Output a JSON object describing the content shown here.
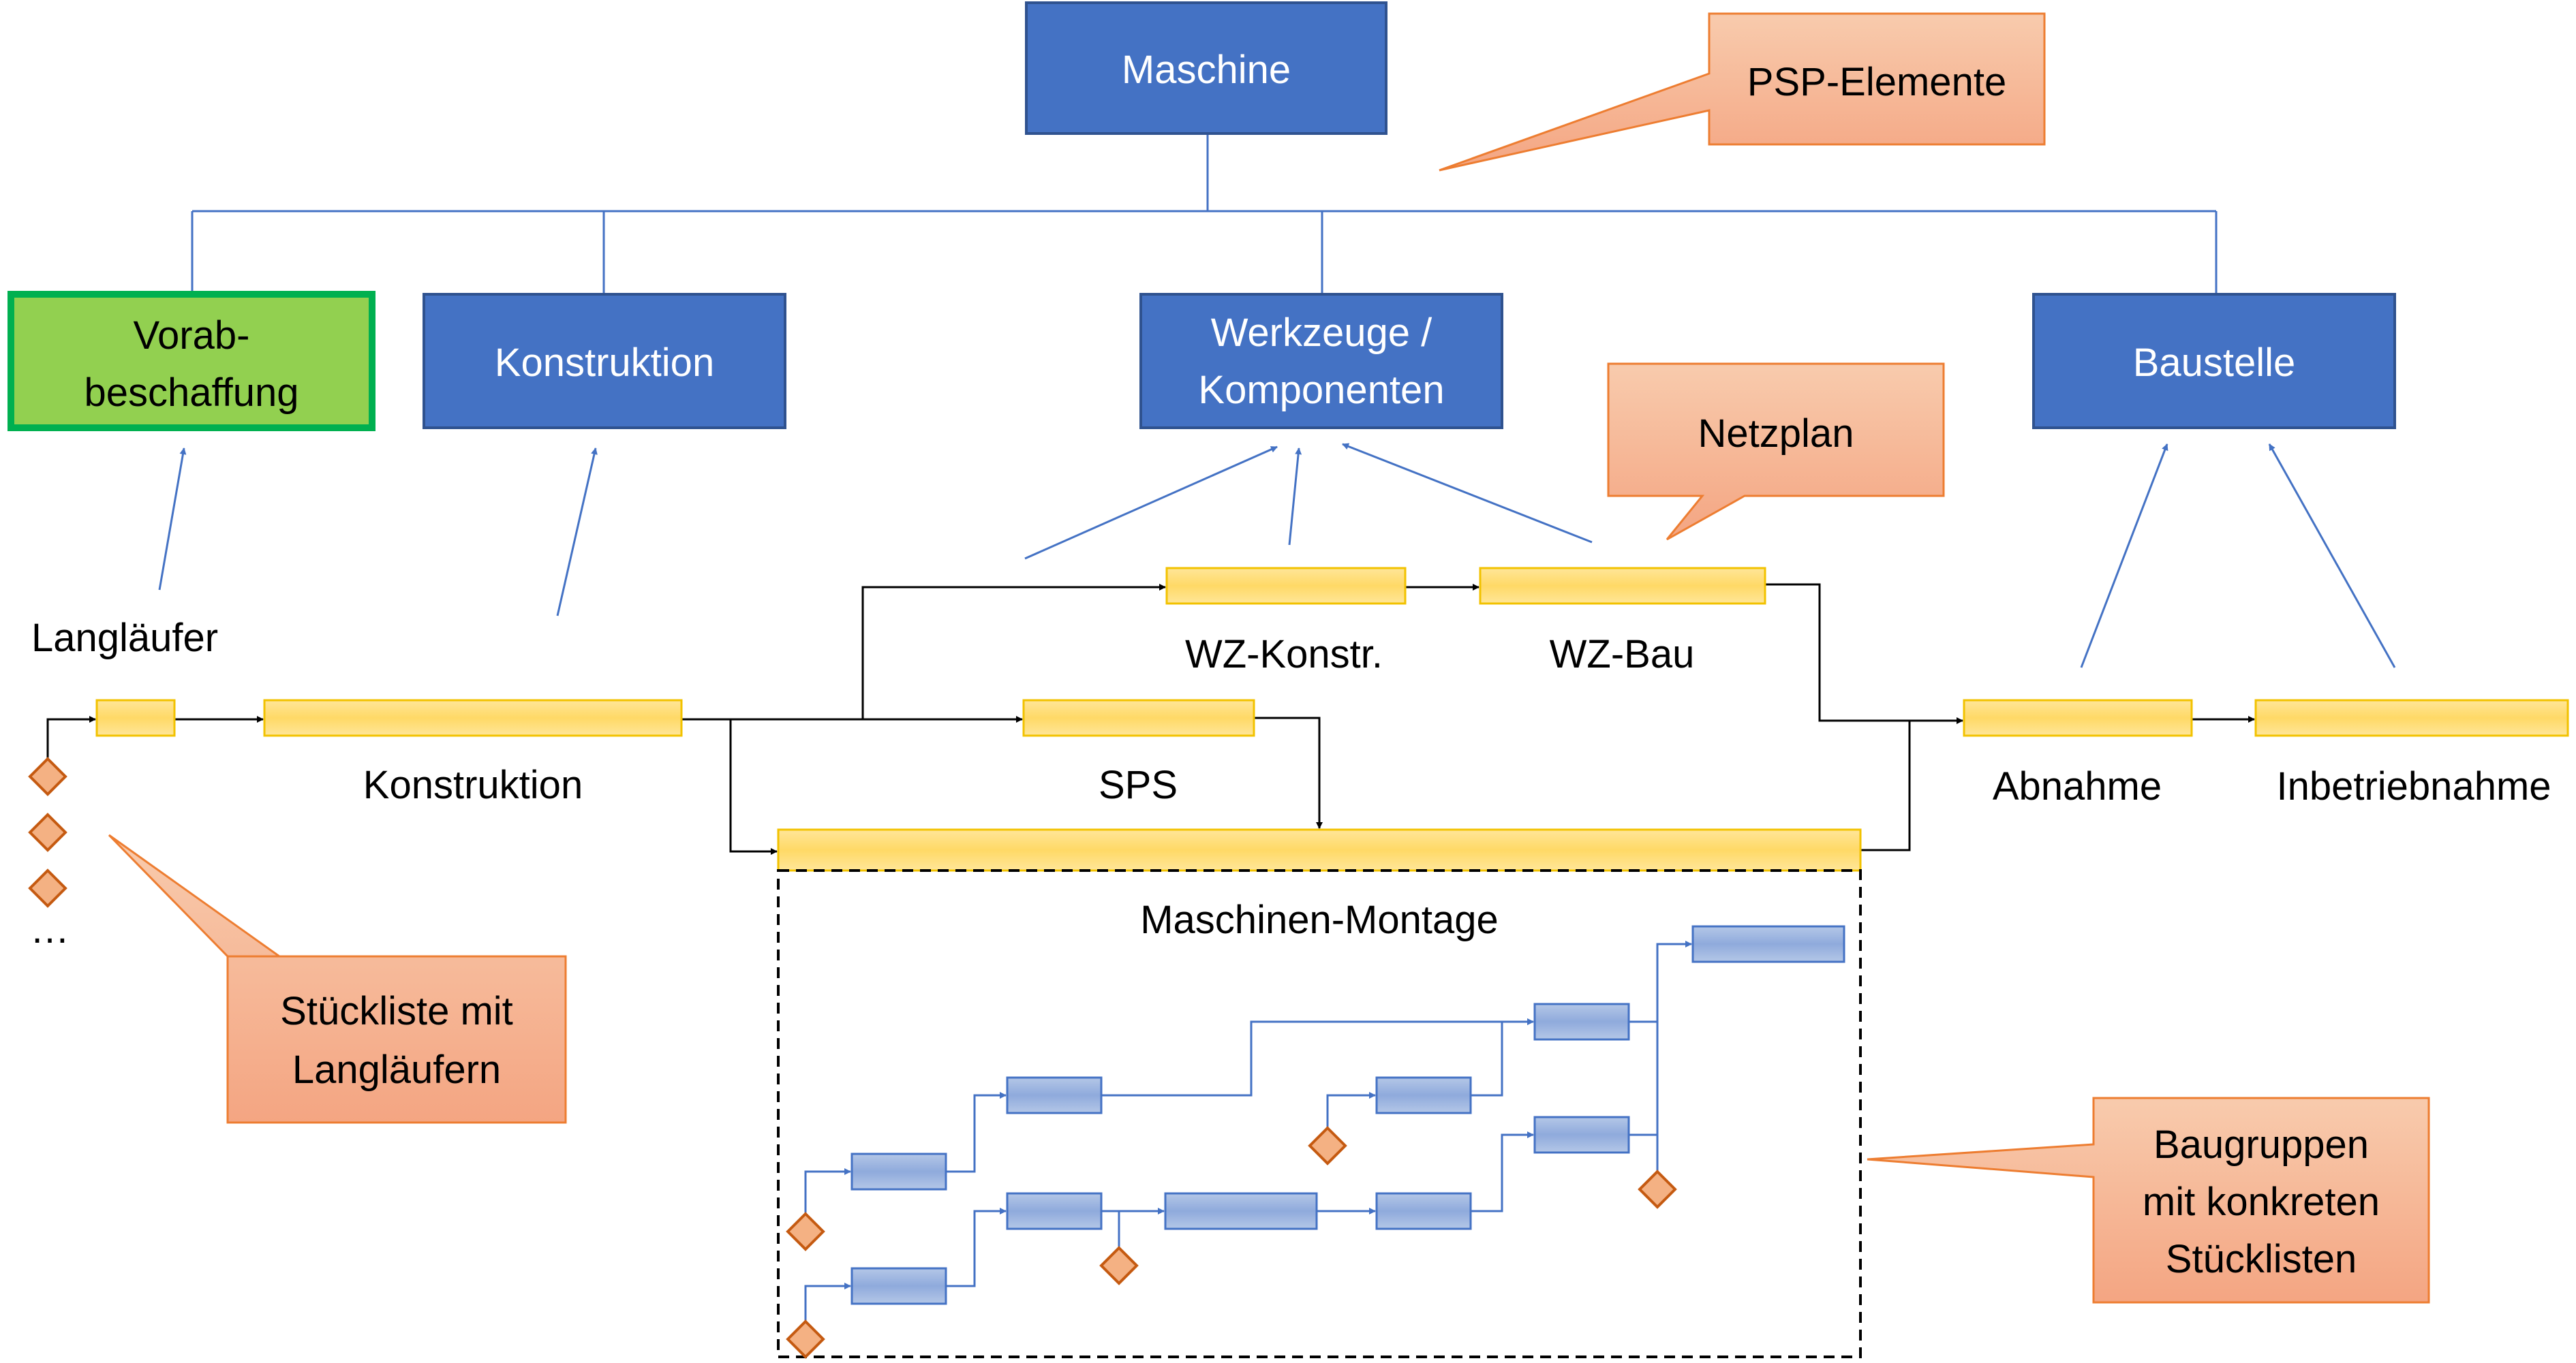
{
  "wbs": {
    "root": "Maschine",
    "vorab": [
      "Vorab-",
      "beschaffung"
    ],
    "konstruktion": "Konstruktion",
    "werkzeuge": [
      "Werkzeuge /",
      "Komponenten"
    ],
    "baustelle": "Baustelle"
  },
  "callouts": {
    "psp": "PSP-Elemente",
    "netzplan": "Netzplan",
    "stueckliste": [
      "Stückliste mit",
      "Langläufern"
    ],
    "baugruppen": [
      "Baugruppen",
      "mit konkreten",
      "Stücklisten"
    ]
  },
  "network": {
    "langlaeufer": "Langläufer",
    "konstruktion": "Konstruktion",
    "wz_konstr": "WZ-Konstr.",
    "wz_bau": "WZ-Bau",
    "sps": "SPS",
    "abnahme": "Abnahme",
    "inbetriebnahme": "Inbetriebnahme",
    "montage": "Maschinen-Montage",
    "ellipsis": "…"
  },
  "colors": {
    "wbs_blue": "#4472c4",
    "wbs_green": "#92d050",
    "green_border": "#00b050",
    "task_yellow": "#ffd966",
    "callout": "#f4a582",
    "sub_task": "#8faadc"
  }
}
